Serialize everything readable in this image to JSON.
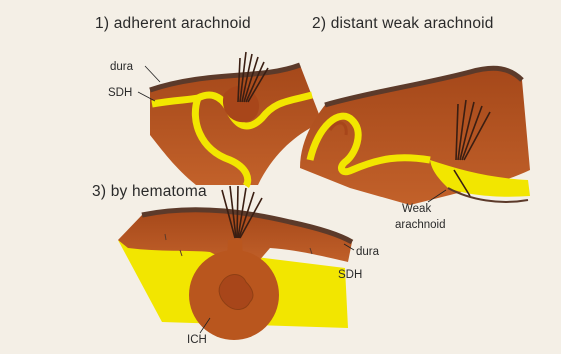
{
  "panels": {
    "adherent": {
      "title": "1) adherent arachnoid",
      "dura_label": "dura",
      "sdh_label": "SDH"
    },
    "distant": {
      "title": "2) distant weak arachnoid",
      "weak_label_1": "Weak",
      "weak_label_2": "arachnoid"
    },
    "hematoma": {
      "title": "3) by hematoma",
      "dura_label": "dura",
      "sdh_label": "SDH",
      "ich_label": "ICH"
    }
  },
  "colors": {
    "background": "#f4efe6",
    "brain": "#b9561e",
    "brain_dark": "#8f3f14",
    "dura": "#5c3a2a",
    "sdh_yellow": "#f2e600",
    "hematoma_dark": "#a8461a",
    "line": "#222222"
  }
}
